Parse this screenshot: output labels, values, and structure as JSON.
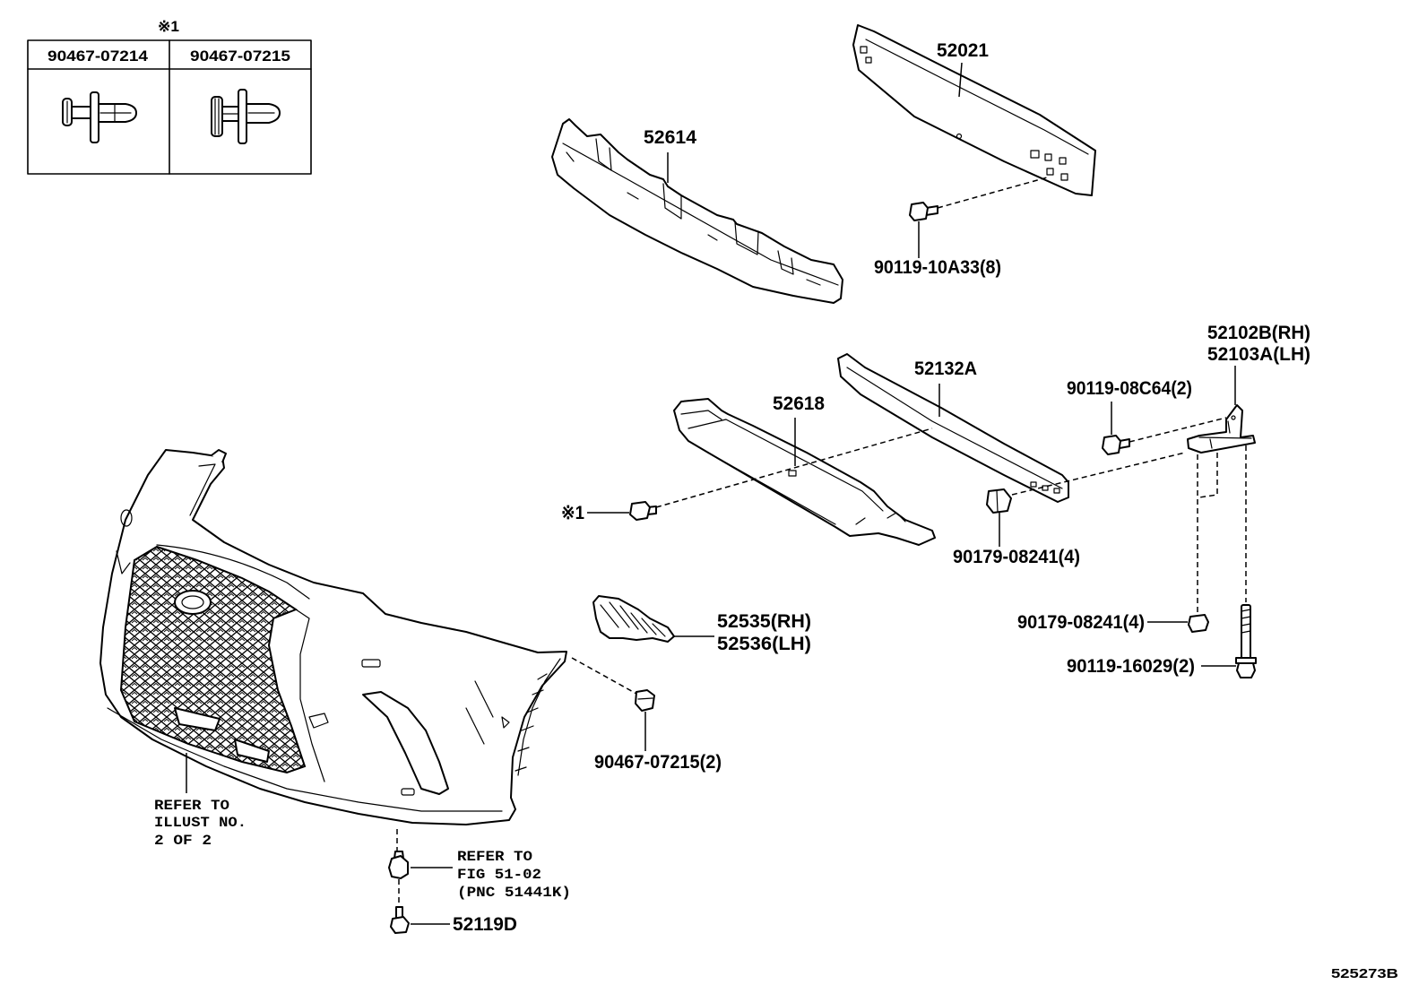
{
  "legend_box": {
    "note_mark": "※1",
    "columns": [
      "90467-07214",
      "90467-07215"
    ]
  },
  "callouts": {
    "p52021": "52021",
    "p52614": "52614",
    "p90119_10A33": "90119-10A33(8)",
    "p52102B": "52102B(RH)",
    "p52103A": "52103A(LH)",
    "p52132A": "52132A",
    "p90119_08C64": "90119-08C64(2)",
    "p52618": "52618",
    "note_mark": "※1",
    "p90179_08241_upper": "90179-08241(4)",
    "p52535": "52535(RH)",
    "p52536": "52536(LH)",
    "p90179_08241_lower": "90179-08241(4)",
    "p90119_16029": "90119-16029(2)",
    "p90467_07215": "90467-07215(2)",
    "p52119D": "52119D"
  },
  "refer_notes": {
    "illust": [
      "REFER TO",
      "ILLUST NO.",
      "2 OF 2"
    ],
    "fig": [
      "REFER TO",
      "FIG 51-02",
      "(PNC 51441K)"
    ]
  },
  "diagram_id": "525273B",
  "colors": {
    "line": "#000000",
    "background": "#ffffff"
  }
}
